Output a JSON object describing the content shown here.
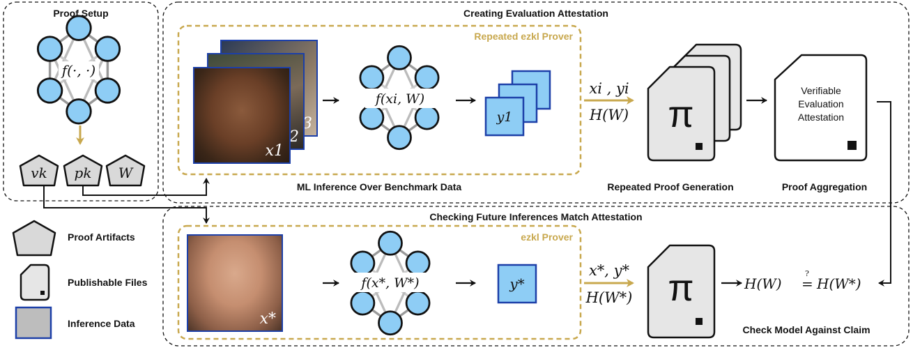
{
  "sections": {
    "setup_title": "Proof Setup",
    "attestation_title": "Creating Evaluation Attestation",
    "checking_title": "Checking Future Inferences Match Attestation"
  },
  "setup": {
    "function_label": "f(·, ·)",
    "artifacts": [
      "vk",
      "pk",
      "W"
    ]
  },
  "prover_top": {
    "title": "Repeated ezkl Prover",
    "caption": "ML Inference Over Benchmark Data",
    "image_labels": [
      "x1",
      "x2",
      "x3"
    ],
    "function_label": "f(xi, W)",
    "output_label": "y1"
  },
  "proof_generation": {
    "input_label_1": "xi , yi",
    "input_label_2": "H(W)",
    "symbol": "π",
    "caption": "Repeated Proof Generation"
  },
  "aggregation": {
    "doc_text": [
      "Verifiable",
      "Evaluation",
      "Attestation"
    ],
    "caption": "Proof Aggregation"
  },
  "prover_bottom": {
    "title": "ezkl Prover",
    "image_label": "x*",
    "function_label": "f(x*, W*)",
    "output_label": "y*"
  },
  "check": {
    "input_label_1": "x*, y*",
    "input_label_2": "H(W*)",
    "symbol": "π",
    "equation_left": "H(W)",
    "equation_eq": "=",
    "equation_q": "?",
    "equation_right": "H(W*)",
    "caption": "Check Model Against Claim"
  },
  "legend": [
    {
      "label": "Proof Artifacts",
      "icon": "pentagon-icon"
    },
    {
      "label": "Publishable Files",
      "icon": "file-icon"
    },
    {
      "label": "Inference Data",
      "icon": "square-icon"
    }
  ],
  "colors": {
    "node_fill": "#8ecdf5",
    "data_fill": "#8ecdf5",
    "data_border": "#1c3fa8",
    "gold": "#c8a84e",
    "artifact_fill": "#d9d9d9",
    "file_fill": "#e6e6e6"
  }
}
